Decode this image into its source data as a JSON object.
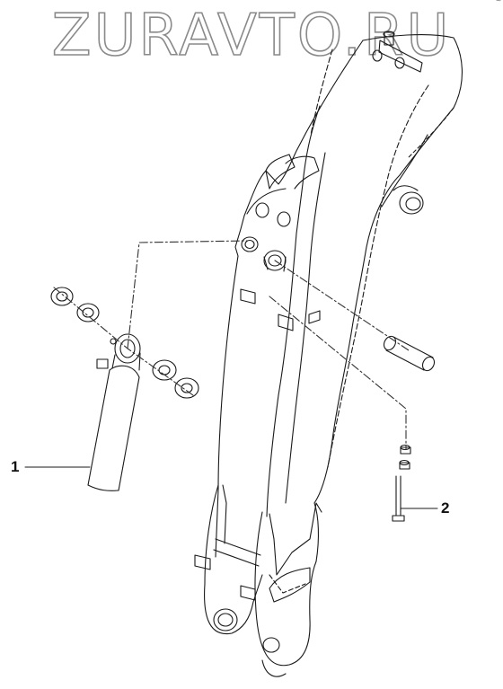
{
  "watermark": "ZURAVTO.RU",
  "corner_mark": "~",
  "callouts": [
    {
      "id": "1",
      "label": "1"
    },
    {
      "id": "2",
      "label": "2"
    }
  ],
  "colors": {
    "line": "#1a1a1a",
    "dash": "#333333",
    "watermark_stroke": "#8a8a8a"
  }
}
